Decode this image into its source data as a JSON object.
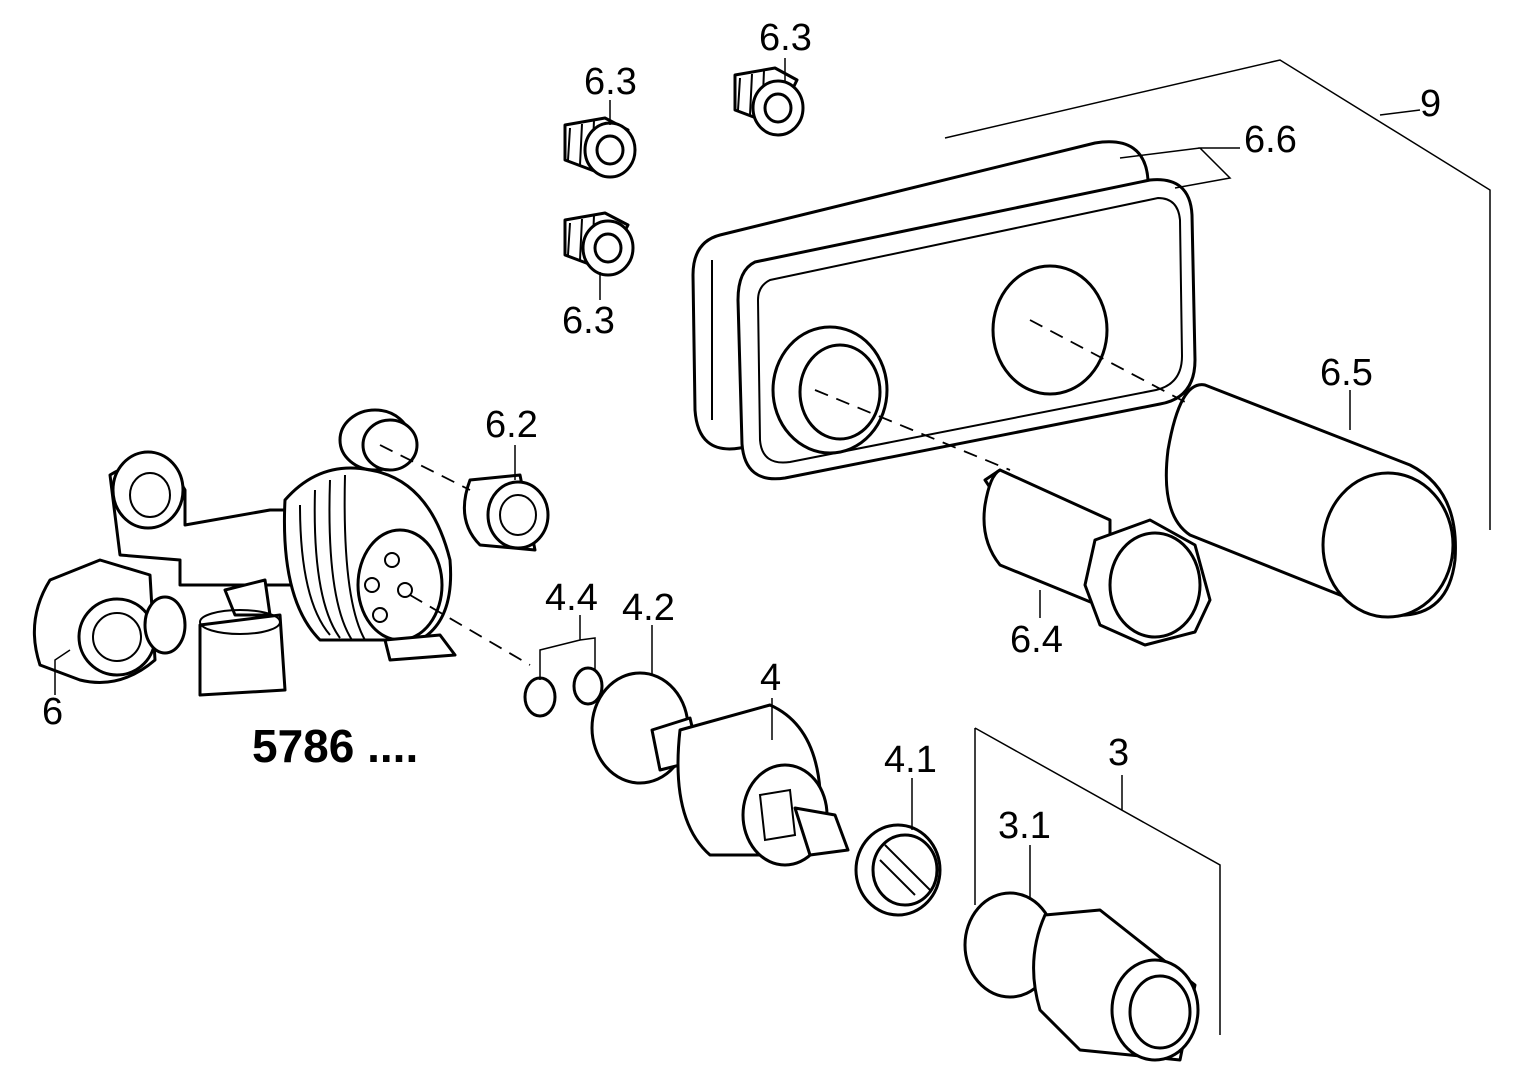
{
  "model_number": "5786 ....",
  "labels": {
    "l_6": "6",
    "l_6_2": "6.2",
    "l_6_3_a": "6.3",
    "l_6_3_b": "6.3",
    "l_6_3_c": "6.3",
    "l_6_4": "6.4",
    "l_6_5": "6.5",
    "l_6_6": "6.6",
    "l_9": "9",
    "l_4": "4",
    "l_4_1": "4.1",
    "l_4_2": "4.2",
    "l_4_4": "4.4",
    "l_3": "3",
    "l_3_1": "3.1"
  }
}
